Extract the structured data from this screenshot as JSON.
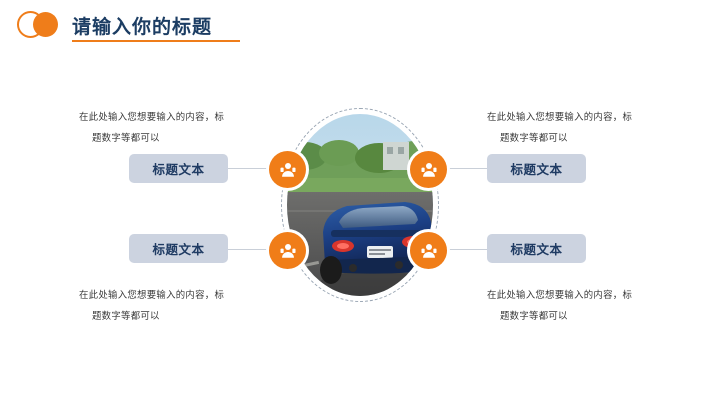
{
  "header": {
    "title": "请输入你的标题",
    "logo_icon": "orange-ring-and-dot-logo",
    "accent_color": "#ef7d1a",
    "title_color": "#1c3d63"
  },
  "center_image": {
    "alt": "blue-sports-car-photo",
    "shape": "oval"
  },
  "badges": [
    {
      "name": "badge-top-left",
      "icon": "user-person-icon"
    },
    {
      "name": "badge-top-right",
      "icon": "user-person-icon"
    },
    {
      "name": "badge-bottom-left",
      "icon": "user-person-icon"
    },
    {
      "name": "badge-bottom-right",
      "icon": "user-person-icon"
    }
  ],
  "pills": {
    "top_left": "标题文本",
    "bottom_left": "标题文本",
    "top_right": "标题文本",
    "bottom_right": "标题文本",
    "bg_color": "#ccd3e0",
    "text_color": "#1f3b63"
  },
  "texts": {
    "top_left": {
      "line1": "在此处输入您想要输入的内容，标",
      "line2": "题数字等都可以"
    },
    "bottom_left": {
      "line1": "在此处输入您想要输入的内容，标",
      "line2": "题数字等都可以"
    },
    "top_right": {
      "line1": "在此处输入您想要输入的内容，标",
      "line2": "题数字等都可以"
    },
    "bottom_right": {
      "line1": "在此处输入您想要输入的内容，标",
      "line2": "题数字等都可以"
    }
  }
}
